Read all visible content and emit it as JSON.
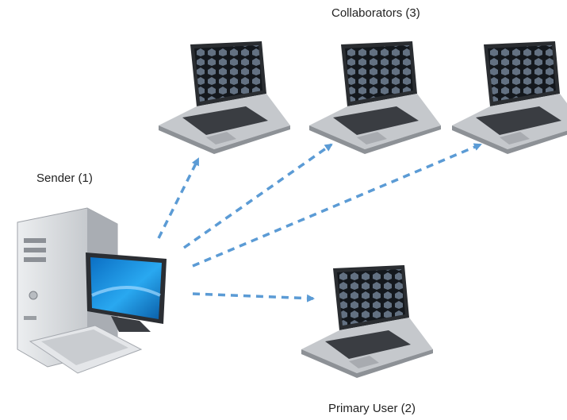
{
  "labels": {
    "collaborators": "Collaborators (3)",
    "sender": "Sender (1)",
    "primary_user": "Primary User (2)"
  },
  "colors": {
    "arrow": "#5b9bd5",
    "laptop_body": "#c9ccd0",
    "laptop_dark": "#2a2d31",
    "screen_pattern": "#6f7f94",
    "monitor_screen": "#1e90d8",
    "tower": "#d9dbde"
  },
  "icons": {
    "sender": "desktop-computer-icon",
    "collaborator": "laptop-icon",
    "primary": "laptop-icon"
  }
}
